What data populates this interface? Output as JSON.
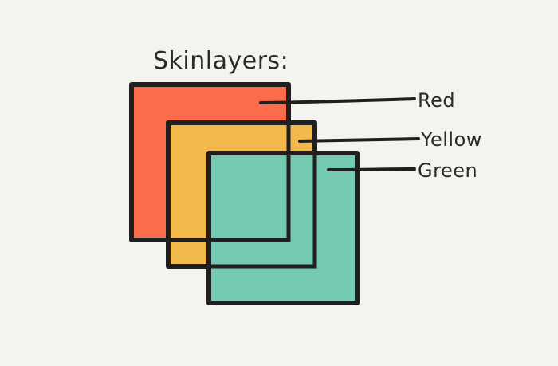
{
  "title": "Skinlayers:",
  "layers": [
    {
      "id": "red",
      "label": "Red",
      "color": "#fd6c4a"
    },
    {
      "id": "yellow",
      "label": "Yellow",
      "color": "#f3b94d"
    },
    {
      "id": "green",
      "label": "Green",
      "color": "#74c9b1"
    }
  ],
  "outline_color": "#1f1f1f"
}
